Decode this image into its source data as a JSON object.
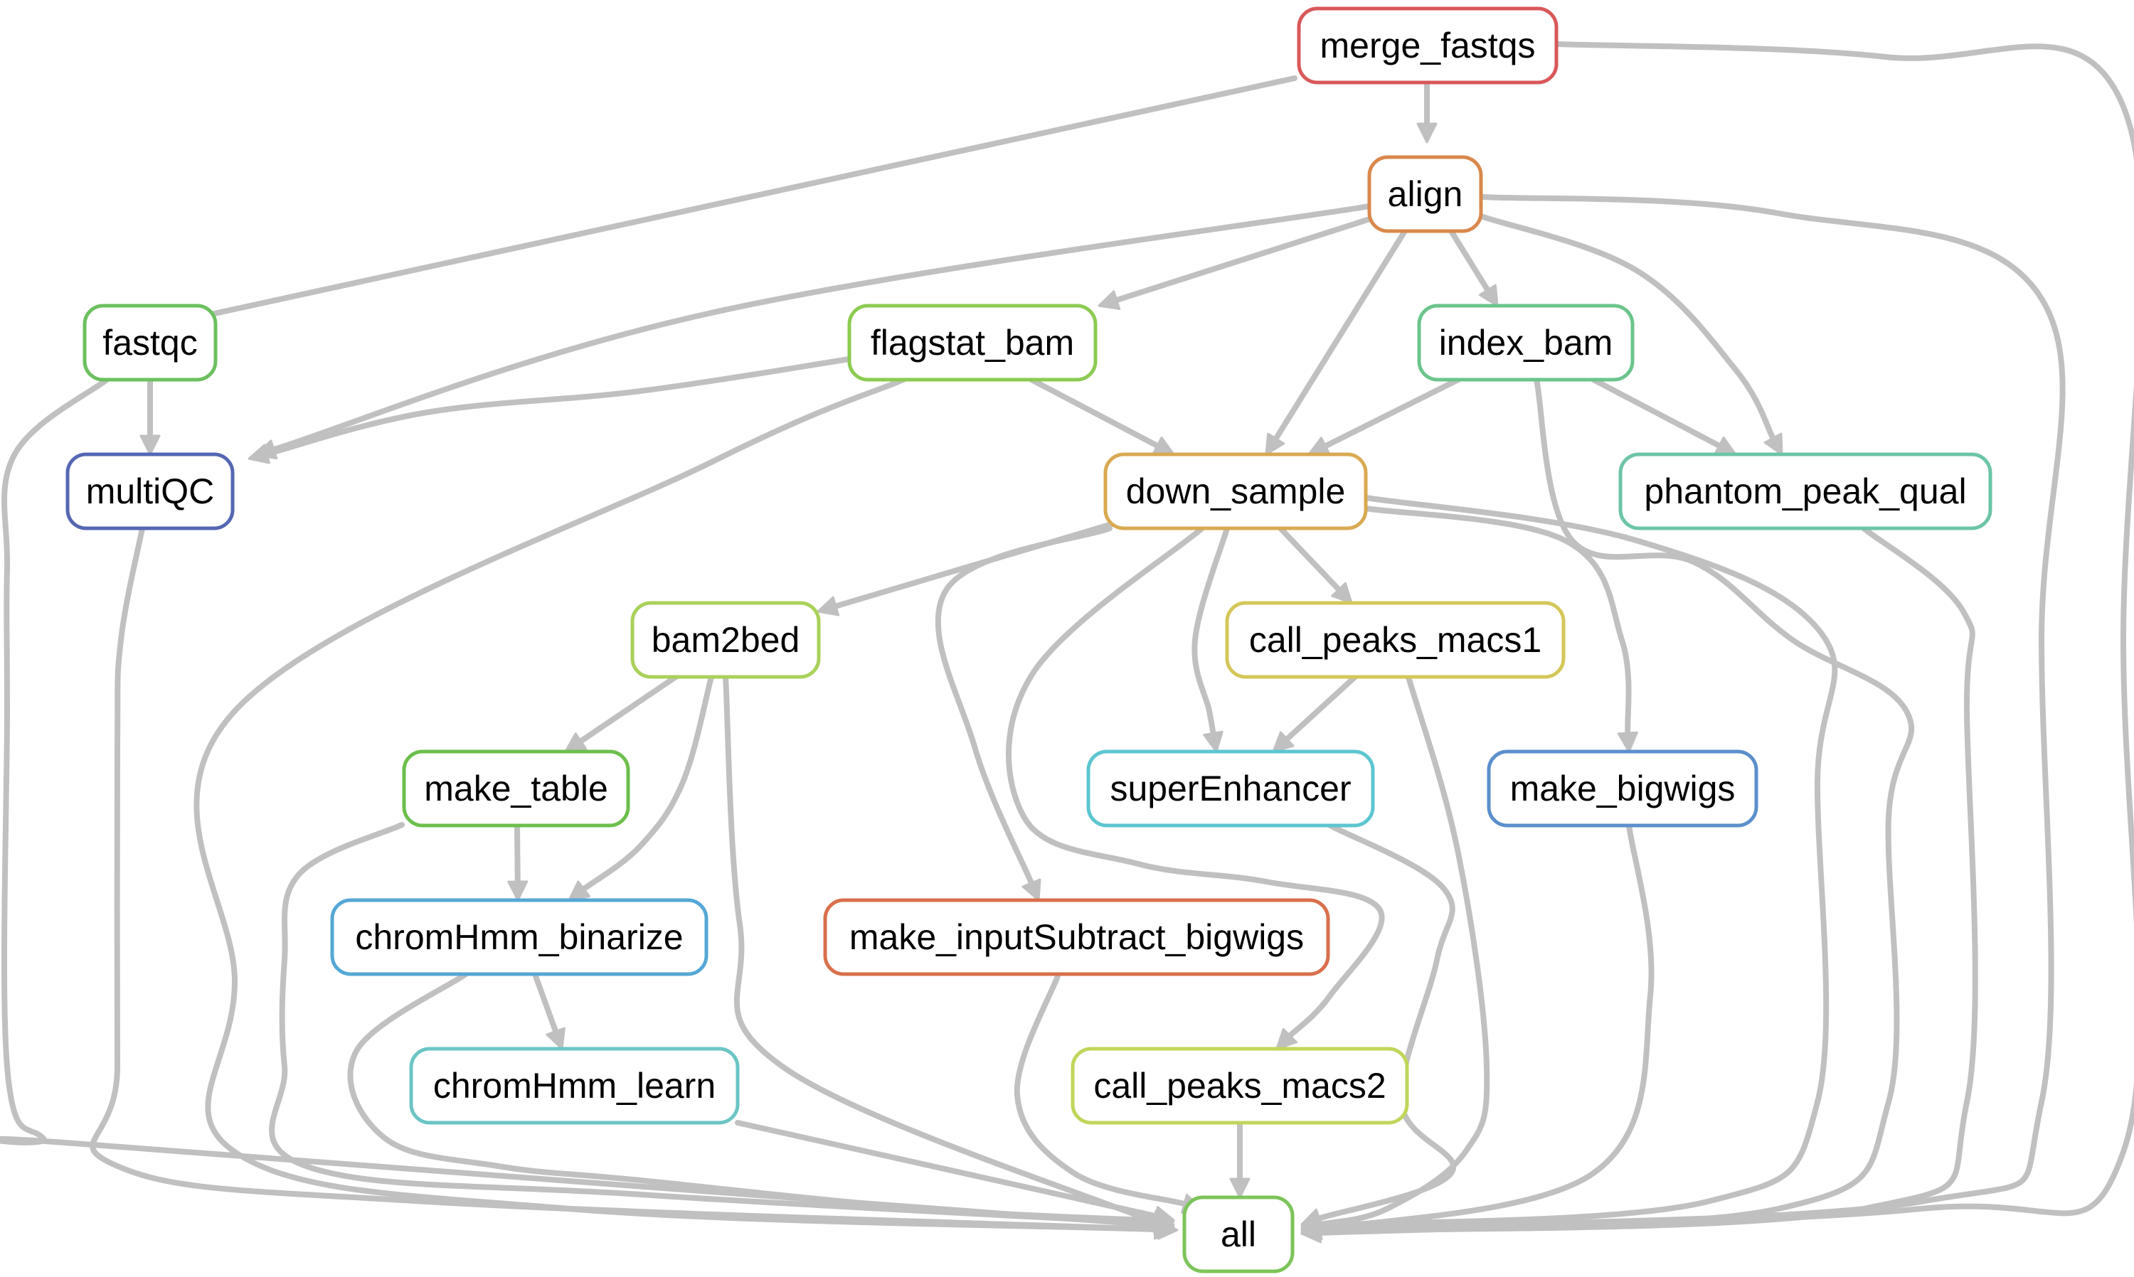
{
  "diagram": {
    "nodes": [
      {
        "id": "merge_fastqs",
        "label": "merge_fastqs",
        "color": "#d9585a"
      },
      {
        "id": "align",
        "label": "align",
        "color": "#d9884c"
      },
      {
        "id": "fastqc",
        "label": "fastqc",
        "color": "#6cc05e"
      },
      {
        "id": "flagstat_bam",
        "label": "flagstat_bam",
        "color": "#8ccb52"
      },
      {
        "id": "index_bam",
        "label": "index_bam",
        "color": "#6cc48c"
      },
      {
        "id": "multiQC",
        "label": "multiQC",
        "color": "#5567b3"
      },
      {
        "id": "down_sample",
        "label": "down_sample",
        "color": "#d9a952"
      },
      {
        "id": "phantom_peak_qual",
        "label": "phantom_peak_qual",
        "color": "#6cc4a8"
      },
      {
        "id": "bam2bed",
        "label": "bam2bed",
        "color": "#a8d15a"
      },
      {
        "id": "call_peaks_macs1",
        "label": "call_peaks_macs1",
        "color": "#d4c75a"
      },
      {
        "id": "make_table",
        "label": "make_table",
        "color": "#6cbf4c"
      },
      {
        "id": "superEnhancer",
        "label": "superEnhancer",
        "color": "#5cc6d0"
      },
      {
        "id": "make_bigwigs",
        "label": "make_bigwigs",
        "color": "#5b8fcc"
      },
      {
        "id": "chromHmm_binarize",
        "label": "chromHmm_binarize",
        "color": "#55a7d6"
      },
      {
        "id": "make_inputSubtract_bigwigs",
        "label": "make_inputSubtract_bigwigs",
        "color": "#d9704c"
      },
      {
        "id": "chromHmm_learn",
        "label": "chromHmm_learn",
        "color": "#6cc4c4"
      },
      {
        "id": "call_peaks_macs2",
        "label": "call_peaks_macs2",
        "color": "#bfd65a"
      },
      {
        "id": "all",
        "label": "all",
        "color": "#7cc45a"
      }
    ],
    "edges": [
      [
        "merge_fastqs",
        "align"
      ],
      [
        "merge_fastqs",
        "fastqc"
      ],
      [
        "merge_fastqs",
        "all"
      ],
      [
        "align",
        "flagstat_bam"
      ],
      [
        "align",
        "index_bam"
      ],
      [
        "align",
        "multiQC"
      ],
      [
        "align",
        "down_sample"
      ],
      [
        "align",
        "phantom_peak_qual"
      ],
      [
        "align",
        "all"
      ],
      [
        "fastqc",
        "multiQC"
      ],
      [
        "fastqc",
        "all"
      ],
      [
        "flagstat_bam",
        "multiQC"
      ],
      [
        "flagstat_bam",
        "down_sample"
      ],
      [
        "flagstat_bam",
        "all"
      ],
      [
        "index_bam",
        "down_sample"
      ],
      [
        "index_bam",
        "phantom_peak_qual"
      ],
      [
        "index_bam",
        "all"
      ],
      [
        "multiQC",
        "all"
      ],
      [
        "phantom_peak_qual",
        "all"
      ],
      [
        "down_sample",
        "bam2bed"
      ],
      [
        "down_sample",
        "call_peaks_macs1"
      ],
      [
        "down_sample",
        "superEnhancer"
      ],
      [
        "down_sample",
        "make_bigwigs"
      ],
      [
        "down_sample",
        "make_inputSubtract_bigwigs"
      ],
      [
        "down_sample",
        "call_peaks_macs2"
      ],
      [
        "down_sample",
        "all"
      ],
      [
        "bam2bed",
        "make_table"
      ],
      [
        "bam2bed",
        "chromHmm_binarize"
      ],
      [
        "bam2bed",
        "all"
      ],
      [
        "call_peaks_macs1",
        "superEnhancer"
      ],
      [
        "call_peaks_macs1",
        "all"
      ],
      [
        "make_table",
        "chromHmm_binarize"
      ],
      [
        "make_table",
        "all"
      ],
      [
        "superEnhancer",
        "all"
      ],
      [
        "make_bigwigs",
        "all"
      ],
      [
        "chromHmm_binarize",
        "chromHmm_learn"
      ],
      [
        "chromHmm_binarize",
        "all"
      ],
      [
        "make_inputSubtract_bigwigs",
        "all"
      ],
      [
        "chromHmm_learn",
        "all"
      ],
      [
        "call_peaks_macs2",
        "all"
      ]
    ]
  }
}
